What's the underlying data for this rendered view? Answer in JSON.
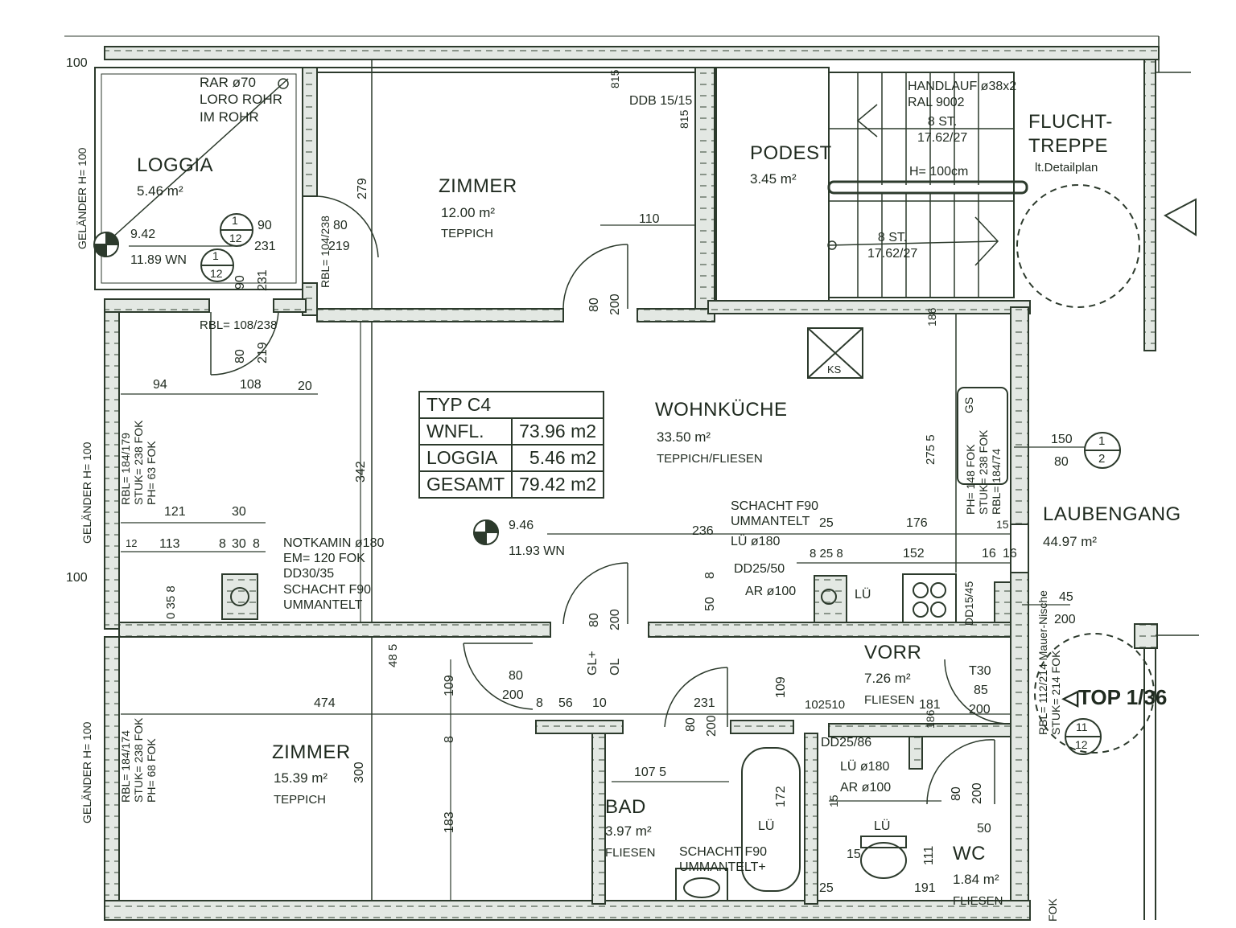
{
  "rooms": {
    "loggia": {
      "name": "LOGGIA",
      "area": "5.46 m²"
    },
    "zimmer_top": {
      "name": "ZIMMER",
      "area": "12.00 m²",
      "floor": "TEPPICH"
    },
    "podest": {
      "name": "PODEST",
      "area": "3.45 m²"
    },
    "flucht": {
      "line1": "FLUCHT-",
      "line2": "TREPPE",
      "sub": "lt.Detailplan"
    },
    "wohnkueche": {
      "name": "WOHNKÜCHE",
      "area": "33.50 m²",
      "floor": "TEPPICH/FLIESEN"
    },
    "laubengang": {
      "name": "LAUBENGANG",
      "area": "44.97 m²"
    },
    "zimmer_bottom": {
      "name": "ZIMMER",
      "area": "15.39 m²",
      "floor": "TEPPICH"
    },
    "bad": {
      "name": "BAD",
      "area": "3.97 m²",
      "floor": "FLIESEN"
    },
    "vorr": {
      "name": "VORR",
      "area": "7.26 m²",
      "floor": "FLIESEN"
    },
    "wc": {
      "name": "WC",
      "area": "1.84 m²",
      "floor": "FLIESEN"
    }
  },
  "summary": {
    "title": "TYP  C4",
    "rows": [
      {
        "label": "WNFL.",
        "value": "73.96 m2"
      },
      {
        "label": "LOGGIA",
        "value": "5.46 m2"
      },
      {
        "label": "GESAMT",
        "value": "79.42 m2"
      }
    ]
  },
  "notes": {
    "rar": [
      "RAR ø70",
      "LORO ROHR",
      "IM ROHR"
    ],
    "handlauf": [
      "HANDLAUF ø38x2",
      "RAL 9002"
    ],
    "stairs_top": [
      "8 ST.",
      "17.62/27"
    ],
    "stairs_h": "H= 100cm",
    "stairs_bottom": [
      "8 ST.",
      "17.62/27"
    ],
    "ddb": "DDB 15/15",
    "ks": "KS",
    "notkamin": [
      "NOTKAMIN ø180",
      "EM= 120 FOK",
      "DD30/35",
      "SCHACHT F90",
      "UMMANTELT"
    ],
    "schacht_kitchen": [
      "SCHACHT F90",
      "UMMANTELT"
    ],
    "lu180_kitchen": "LÜ ø180",
    "dd25_50": "DD25/50",
    "ar100_kitchen": "AR ø100",
    "lu_kitchen": "LÜ",
    "dd15_45": "DD15/45",
    "dd25_86": "DD25/86",
    "lu180_bath": "LÜ ø180",
    "ar100_bath": "AR ø100",
    "lu_bath1": "LÜ",
    "lu_bath2": "LÜ",
    "schacht_bath": [
      "SCHACHT F90",
      "UMMANTELT+"
    ],
    "top": "◁TOP 1/36",
    "wn1": [
      "9.42",
      "11.89 WN"
    ],
    "wn2": [
      "9.46",
      "11.93 WN"
    ],
    "gl_ol": [
      "GL+",
      "OL"
    ],
    "rbl_loggia_door": "RBL= 108/238",
    "rbl_loggia_win": "RBL= 104/238"
  },
  "vertical_notes": {
    "gelaender_top": "GELÄNDER H= 100",
    "gelaender_mid": "GELÄNDER H= 100",
    "gelaender_bot": "GELÄNDER H= 100",
    "rbl_left_mid": [
      "RBL= 184/179",
      "STUK= 238 FOK",
      "PH= 63 FOK"
    ],
    "rbl_left_bot": [
      "RBL= 184/174",
      "STUK= 238 FOK",
      "PH= 68 FOK"
    ],
    "rbl_right": [
      "PH= 148 FOK",
      "STUK= 238 FOK",
      "RBL= 184/74"
    ],
    "rbl_entry": [
      "RBL= 112/214 Mauer-Nische",
      "STUK= 214 FOK"
    ],
    "gs": "GS",
    "fok_bottom": "FOK"
  },
  "dimensions": {
    "d100a": "100",
    "d815a": "815",
    "d815b": "815",
    "d279": "279",
    "d110": "110",
    "d80a": "80",
    "d200a": "200",
    "d90a": "90",
    "d80b": "80",
    "d231a": "231",
    "d219a": "219",
    "d90b": "90",
    "d231b": "231",
    "d80c": "80",
    "d219b": "219",
    "d94": "94",
    "d108": "108",
    "d20": "20",
    "d342": "342",
    "d121": "121",
    "d30a": "30",
    "d113": "113",
    "d12": "12",
    "d8a": "8",
    "d30b": "30",
    "d8b": "8",
    "d100b": "100",
    "d35": "0 35 8",
    "d236": "236",
    "d176": "176",
    "d25a": "25",
    "d152": "152",
    "d8c": "8 25 8",
    "d16a": "16",
    "d16b": "16",
    "d15": "15",
    "d50": "50",
    "d8d": "8",
    "d2755": "275 5",
    "d150": "150",
    "d80d": "80",
    "d45": "45",
    "d200b": "200",
    "d186": "186",
    "d80e": "80",
    "d200c": "200",
    "d485": "48 5",
    "d109a": "109",
    "d80f": "80",
    "d200d": "200",
    "d8e": "8",
    "d56": "56",
    "d10a": "10",
    "d474": "474",
    "d231c": "231",
    "d80g": "80",
    "d200e": "200",
    "d109b": "109",
    "d102510": "102510",
    "d181": "181",
    "d186b": "186",
    "d730": "T30",
    "d85": "85",
    "d200f": "200",
    "d8f": "8",
    "d300": "300",
    "d183": "183",
    "d1075": "107 5",
    "d172": "172",
    "d15b": "15",
    "d111": "111",
    "d80h": "80",
    "d200g": "200",
    "d50b": "50",
    "d191": "191",
    "d25b": "25",
    "d15c": "15"
  },
  "symbols": {
    "sec1a": {
      "num": "1",
      "den": "12"
    },
    "sec1b": {
      "num": "1",
      "den": "12"
    },
    "sec2": {
      "num": "1",
      "den": "2"
    },
    "sec3": {
      "num": "11",
      "den": "12"
    }
  },
  "colors": {
    "line": "#2c3a2c",
    "wall_fill": "#d6dcd6"
  }
}
